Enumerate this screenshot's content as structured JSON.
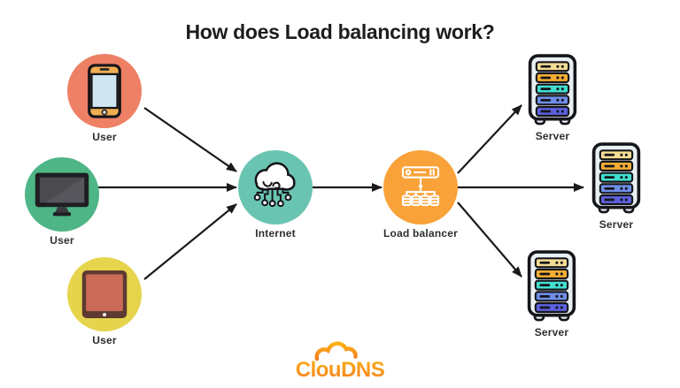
{
  "title": "How does Load balancing work?",
  "nodes": {
    "user_phone": {
      "label": "User",
      "icon": "smartphone-icon"
    },
    "user_desktop": {
      "label": "User",
      "icon": "desktop-monitor-icon"
    },
    "user_tablet": {
      "label": "User",
      "icon": "tablet-icon"
    },
    "internet": {
      "label": "Internet",
      "icon": "cloud-network-icon"
    },
    "load_balancer": {
      "label": "Load balancer",
      "icon": "load-balancer-icon"
    },
    "server_top": {
      "label": "Server",
      "icon": "server-rack-icon"
    },
    "server_middle": {
      "label": "Server",
      "icon": "server-rack-icon"
    },
    "server_bottom": {
      "label": "Server",
      "icon": "server-rack-icon"
    }
  },
  "connections": [
    {
      "from": "User (phone)",
      "to": "Internet"
    },
    {
      "from": "User (desktop)",
      "to": "Internet"
    },
    {
      "from": "User (tablet)",
      "to": "Internet"
    },
    {
      "from": "Internet",
      "to": "Load balancer"
    },
    {
      "from": "Load balancer",
      "to": "Server (top)"
    },
    {
      "from": "Load balancer",
      "to": "Server (middle)"
    },
    {
      "from": "Load balancer",
      "to": "Server (bottom)"
    }
  ],
  "logo": {
    "text": "ClouDNS"
  },
  "colors": {
    "background": "#ffffff",
    "title_text": "#1d1d1f",
    "label_text": "#2e2e2e",
    "arrow": "#1a1a1a",
    "user_phone_circle": "#ee8066",
    "user_desktop_circle": "#4eb586",
    "user_tablet_circle": "#e6d44d",
    "internet_circle": "#6ac4b2",
    "load_balancer_circle": "#f9a23a",
    "server_body": "#e8f0f4",
    "server_outline": "#15151a",
    "server_slot_1": "#f6dd94",
    "server_slot_2": "#f5ad32",
    "server_slot_3": "#41dfd0",
    "server_slot_4": "#6f8ee8",
    "server_slot_5": "#5d60de",
    "phone_screen": "#cfe5f2",
    "phone_bar": "#f0ae52",
    "tablet_frame": "#5d3a32",
    "tablet_screen": "#cb6a56",
    "logo_orange_1": "#fcb216",
    "logo_orange_2": "#f47d1f"
  }
}
